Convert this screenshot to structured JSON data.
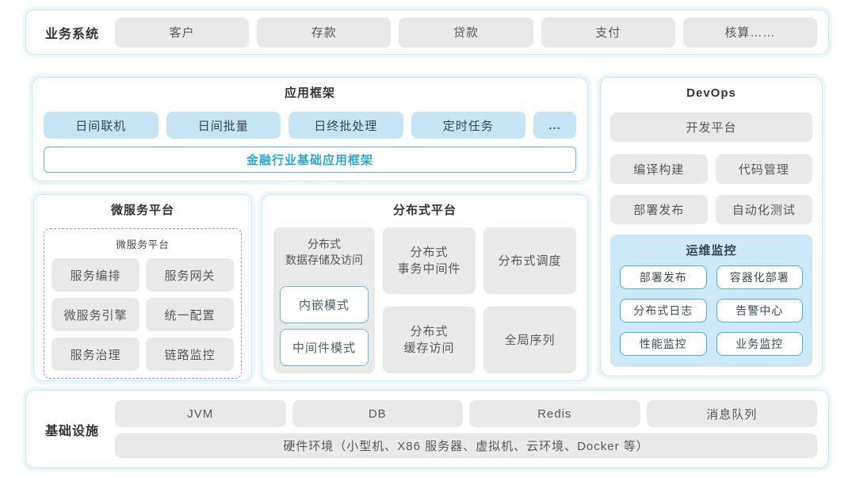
{
  "business_systems": {
    "label": "业务系统",
    "items": [
      "客户",
      "存款",
      "贷款",
      "支付",
      "核算……"
    ]
  },
  "app_framework": {
    "title": "应用框架",
    "items": [
      "日间联机",
      "日间批量",
      "日终批处理",
      "定时任务",
      "..."
    ],
    "base": "金融行业基础应用框架"
  },
  "microservice_platform": {
    "title": "微服务平台",
    "inner_title": "微服务平台",
    "items": [
      "服务编排",
      "服务网关",
      "微服务引擎",
      "统一配置",
      "服务治理",
      "链路监控"
    ]
  },
  "distributed_platform": {
    "title": "分布式平台",
    "storage": {
      "label": "分布式\n数据存储及访问",
      "modes": [
        "内嵌模式",
        "中间件模式"
      ]
    },
    "middle_cells": [
      "分布式\n事务中间件",
      "分布式\n缓存访问"
    ],
    "right_cells": [
      "分布式调度",
      "全局序列"
    ]
  },
  "devops": {
    "title": "DevOps",
    "platform": "开发平台",
    "tools": [
      "编译构建",
      "代码管理",
      "部署发布",
      "自动化测试"
    ],
    "monitoring": {
      "title": "运维监控",
      "items": [
        "部署发布",
        "容器化部署",
        "分布式日志",
        "告警中心",
        "性能监控",
        "业务监控"
      ]
    }
  },
  "infrastructure": {
    "label": "基础设施",
    "items": [
      "JVM",
      "DB",
      "Redis",
      "消息队列"
    ],
    "hardware": "硬件环境（小型机、X86 服务器、虚拟机、云环境、Docker 等）"
  },
  "colors": {
    "accent_teal_text": "#29a7cf",
    "teal_border": "#3fb5d3",
    "light_blue_box": "#c5e5f4",
    "monitor_bg": "#cde9f7",
    "gray_box": "#e9e9e9",
    "panel_border": "#c9e8f1"
  }
}
